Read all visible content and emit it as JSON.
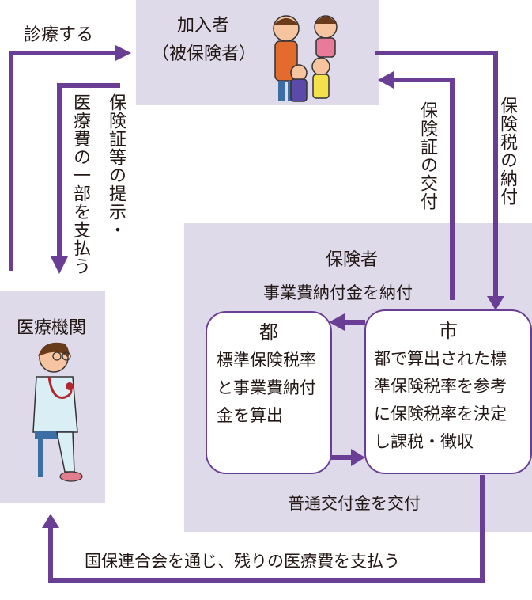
{
  "colors": {
    "panel_light": "#dedae9",
    "panel_mid": "#cfc6e0",
    "arrow": "#6b3e96",
    "text": "#231815"
  },
  "subscriber": {
    "title": "加入者",
    "subtitle": "（被保険者）"
  },
  "medical": {
    "title": "医療機関"
  },
  "insurer": {
    "title": "保険者",
    "to": {
      "head": "都",
      "lines": [
        "標準保険税率",
        "と事業費納付",
        "金を算出"
      ]
    },
    "city": {
      "head": "市",
      "lines": [
        "都で算出された標",
        "準保険税率を参考",
        "に保険税率を決定",
        "し課税・徴収"
      ]
    }
  },
  "flows": {
    "treat": "診療する",
    "present_col1": "保険証等の提示・",
    "present_col2": "医療費の一部を支払う",
    "card_issue": "保険証の交付",
    "tax_pay": "保険税の納付",
    "business_fee": "事業費納付金を納付",
    "grant": "普通交付金を交付",
    "remaining": "国保連合会を通じ、残りの医療費を支払う"
  },
  "icons": [
    "family-illustration",
    "doctor-illustration"
  ]
}
